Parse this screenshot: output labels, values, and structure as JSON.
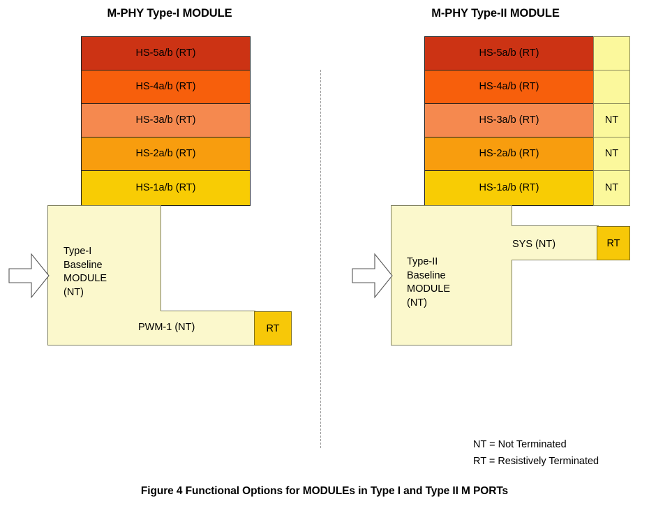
{
  "figure": {
    "caption": "Figure 4 Functional Options for MODULEs in Type I and Type II M PORTs"
  },
  "panels": [
    {
      "id": "type-1",
      "title": "M-PHY Type-I MODULE",
      "stack": [
        {
          "label": "HS-5a/b (RT)",
          "color": "#CC3314"
        },
        {
          "label": "HS-4a/b (RT)",
          "color": "#F75F0C"
        },
        {
          "label": "HS-3a/b (RT)",
          "color": "#F5894F"
        },
        {
          "label": "HS-2a/b (RT)",
          "color": "#F89D0E"
        },
        {
          "label": "HS-1a/b (RT)",
          "color": "#F8CC04"
        }
      ],
      "baseline": {
        "label": "Type-I\nBaseline\nMODULE\n(NT)",
        "fill": "#FBF8CC"
      },
      "arm": {
        "label": "PWM-1 (NT)",
        "termination": "RT",
        "termination_color": "#F7C808"
      }
    },
    {
      "id": "type-2",
      "title": "M-PHY Type-II MODULE",
      "stack": [
        {
          "label": "HS-5a/b (RT)",
          "color": "#CC3314",
          "side": ""
        },
        {
          "label": "HS-4a/b (RT)",
          "color": "#F75F0C",
          "side": ""
        },
        {
          "label": "HS-3a/b (RT)",
          "color": "#F5894F",
          "side": "NT"
        },
        {
          "label": "HS-2a/b (RT)",
          "color": "#F89D0E",
          "side": "NT"
        },
        {
          "label": "HS-1a/b (RT)",
          "color": "#F8CC04",
          "side": "NT"
        }
      ],
      "baseline": {
        "label": "Type-II\nBaseline\nMODULE\n(NT)",
        "fill": "#FBF8CC"
      },
      "arm": {
        "label": "SYS (NT)",
        "termination": "RT",
        "termination_color": "#F7C808"
      }
    }
  ],
  "legend": {
    "lines": [
      "NT = Not Terminated",
      "RT = Resistively Terminated"
    ]
  }
}
